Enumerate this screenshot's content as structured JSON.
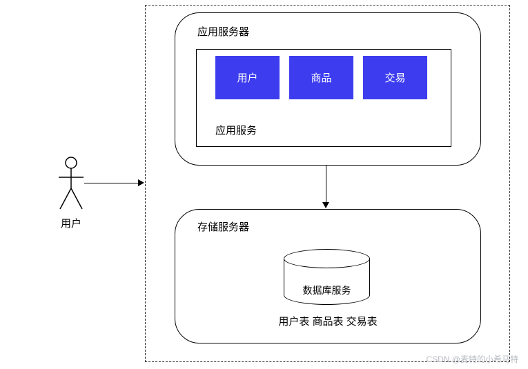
{
  "diagram": {
    "actor": {
      "label": "用户"
    },
    "app_server": {
      "title": "应用服务器",
      "modules": [
        {
          "label": "用户"
        },
        {
          "label": "商品"
        },
        {
          "label": "交易"
        }
      ],
      "service_label": "应用服务"
    },
    "storage_server": {
      "title": "存储服务器",
      "database_label": "数据库服务",
      "tables_label": "用户表 商品表 交易表"
    },
    "watermark": "CSDN @麦特的小希马特",
    "colors": {
      "module_bg": "#3d3def",
      "module_text": "#ffffff",
      "line": "#000000",
      "watermark_text": "#b8bcc2"
    }
  }
}
